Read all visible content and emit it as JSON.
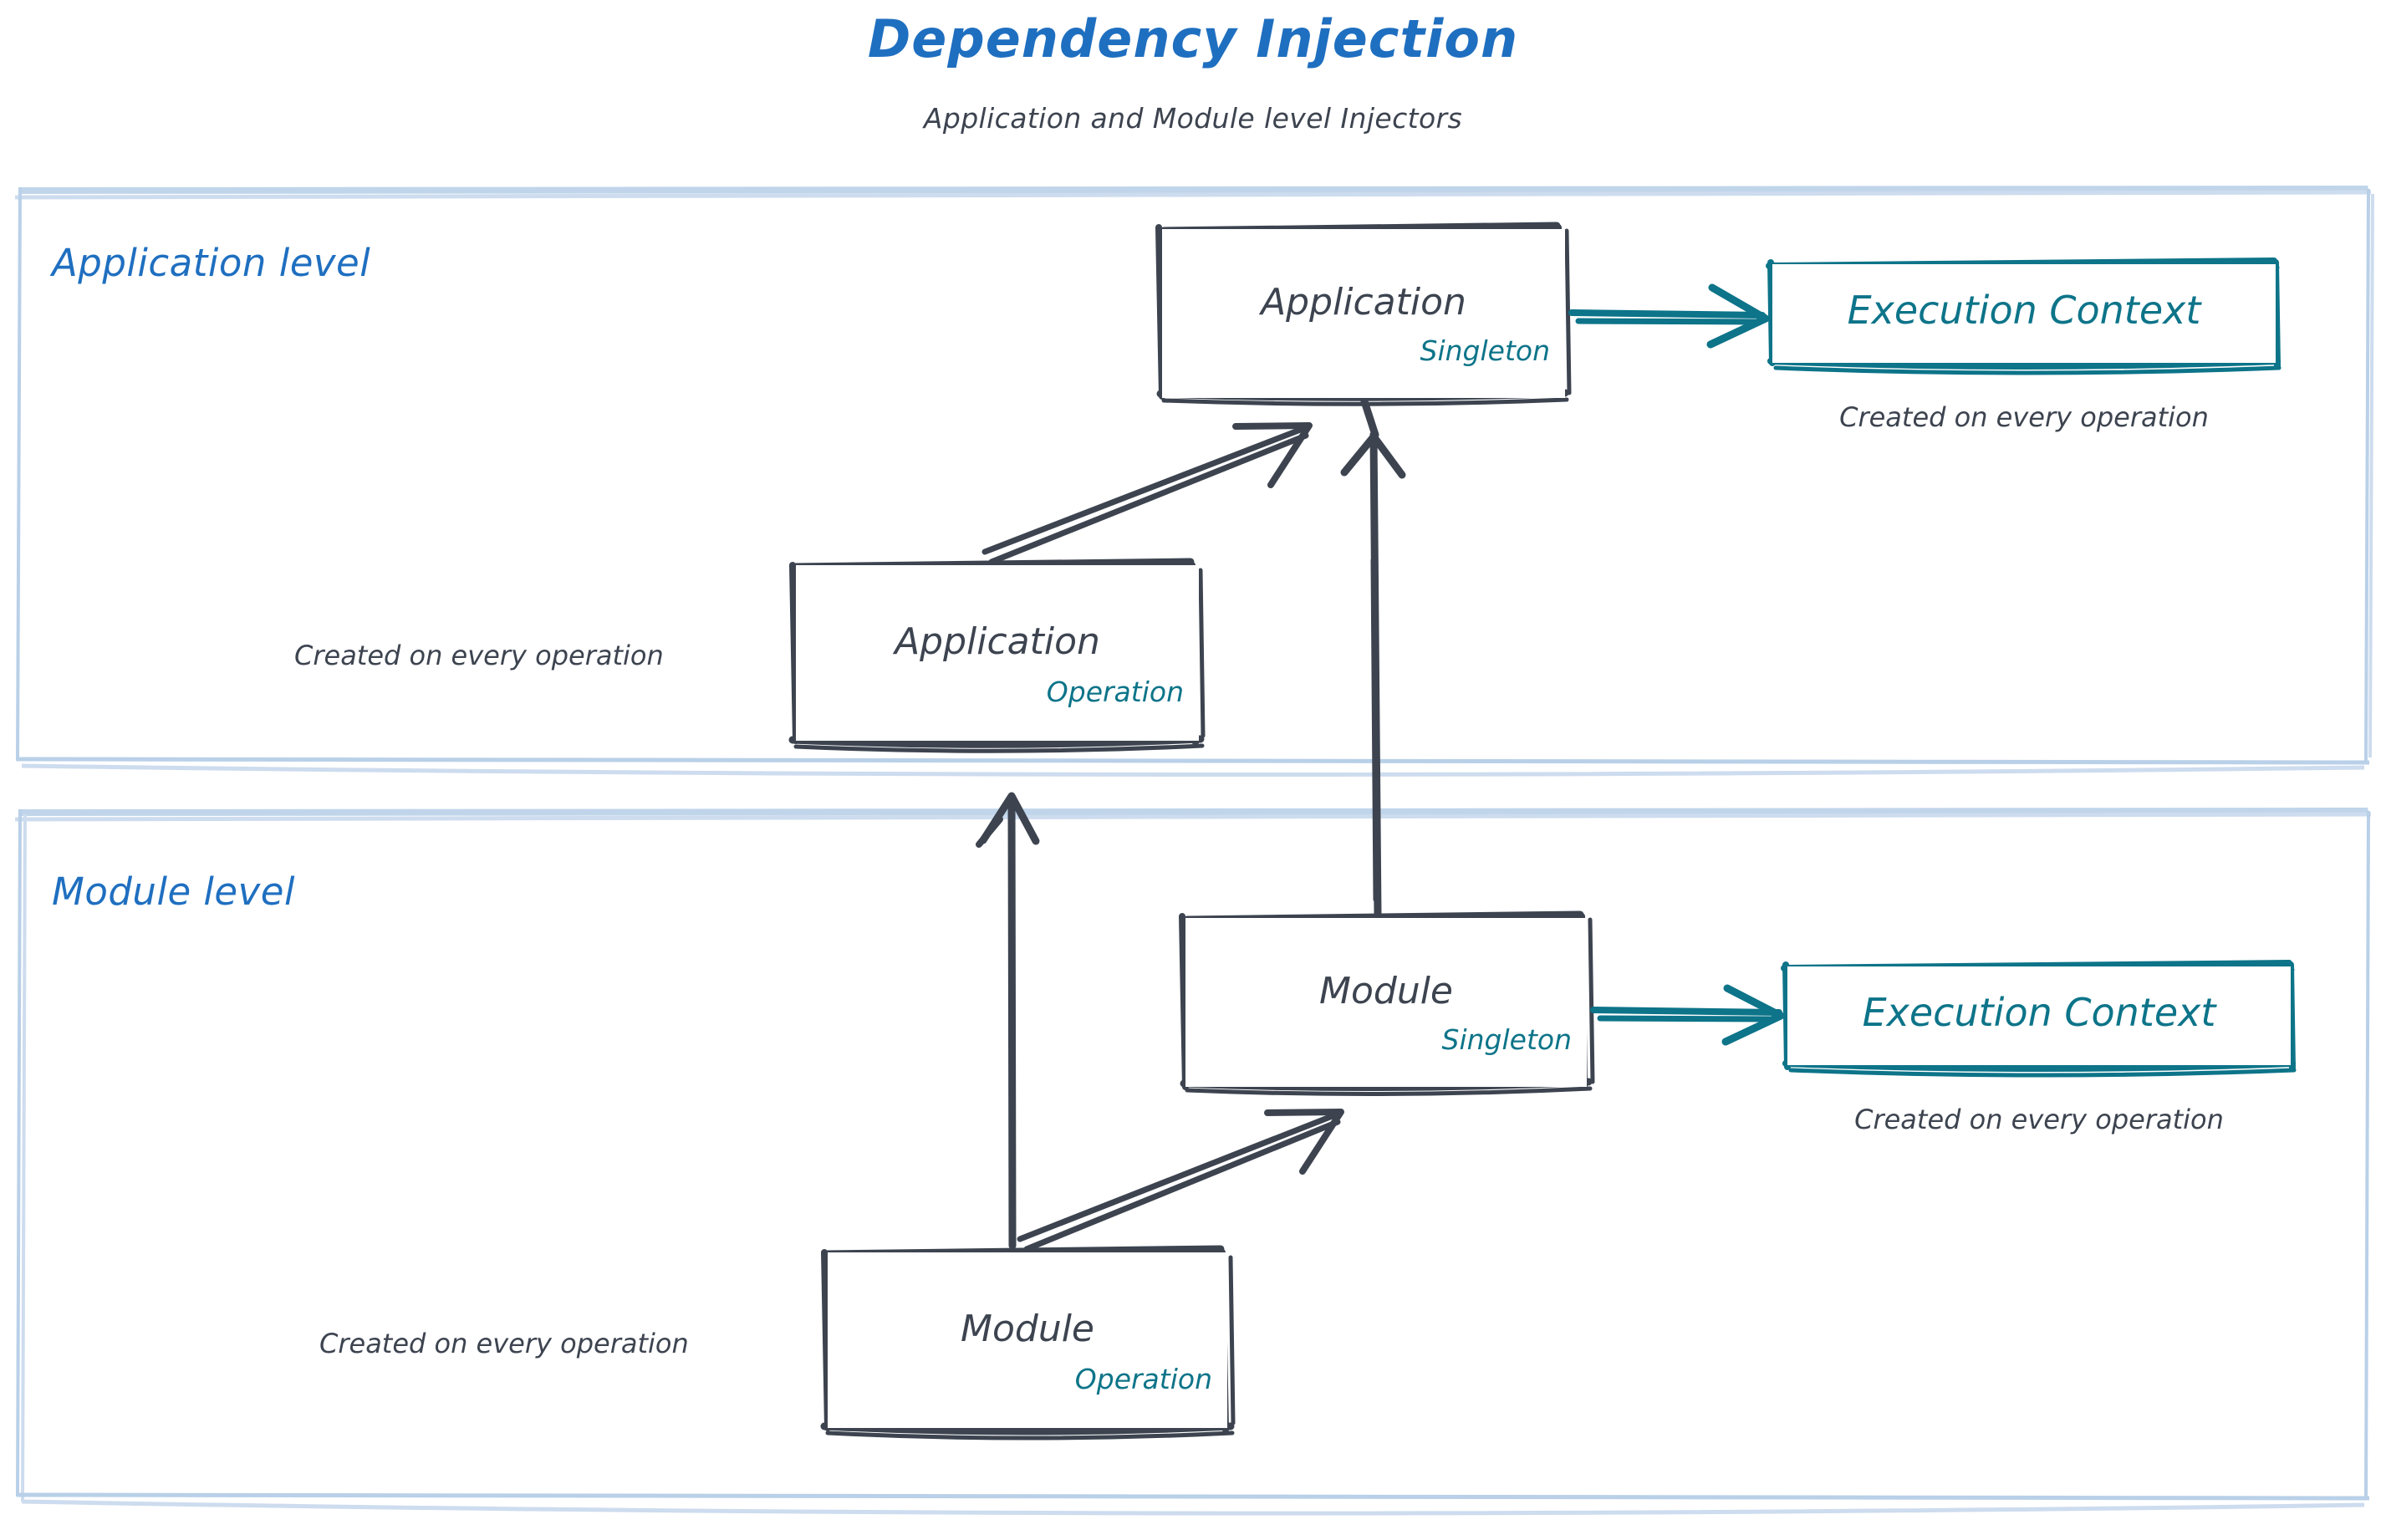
{
  "header": {
    "title": "Dependency Injection",
    "subtitle": "Application and Module level Injectors"
  },
  "colors": {
    "title_blue": "#1f6fc0",
    "lane_blue": "#1f6fc0",
    "lane_border": "#b9d0e8",
    "sketch_dark": "#3d4450",
    "teal": "#0d7489",
    "background": "#ffffff"
  },
  "lanes": [
    {
      "id": "application-level",
      "label": "Application level"
    },
    {
      "id": "module-level",
      "label": "Module level"
    }
  ],
  "nodes": [
    {
      "id": "application-singleton",
      "title": "Application",
      "scope": "Singleton",
      "style": "dark"
    },
    {
      "id": "application-execution-context",
      "title": "Execution Context",
      "scope": "",
      "style": "teal"
    },
    {
      "id": "application-operation",
      "title": "Application",
      "scope": "Operation",
      "style": "dark"
    },
    {
      "id": "module-singleton",
      "title": "Module",
      "scope": "Singleton",
      "style": "dark"
    },
    {
      "id": "module-execution-context",
      "title": "Execution Context",
      "scope": "",
      "style": "teal"
    },
    {
      "id": "module-operation",
      "title": "Module",
      "scope": "Operation",
      "style": "dark"
    }
  ],
  "captions": [
    {
      "id": "caption-application-execution-context",
      "text": "Created on every operation"
    },
    {
      "id": "caption-application-operation",
      "text": "Created on every operation"
    },
    {
      "id": "caption-module-execution-context",
      "text": "Created on every operation"
    },
    {
      "id": "caption-module-operation",
      "text": "Created on every operation"
    }
  ],
  "edges": [
    {
      "id": "edge-application-singleton-to-execution-context",
      "from": "application-singleton",
      "to": "application-execution-context",
      "color": "#0d7489",
      "direction": "right"
    },
    {
      "id": "edge-application-operation-to-application-singleton",
      "from": "application-operation",
      "to": "application-singleton",
      "color": "#3d4450",
      "direction": "up-right"
    },
    {
      "id": "edge-module-singleton-to-application-singleton",
      "from": "module-singleton",
      "to": "application-singleton",
      "color": "#3d4450",
      "direction": "up"
    },
    {
      "id": "edge-module-singleton-to-execution-context",
      "from": "module-singleton",
      "to": "module-execution-context",
      "color": "#0d7489",
      "direction": "right"
    },
    {
      "id": "edge-module-operation-to-module-singleton",
      "from": "module-operation",
      "to": "module-singleton",
      "color": "#3d4450",
      "direction": "up-right"
    },
    {
      "id": "edge-module-operation-to-application-operation",
      "from": "module-operation",
      "to": "application-operation",
      "color": "#3d4450",
      "direction": "up"
    }
  ]
}
